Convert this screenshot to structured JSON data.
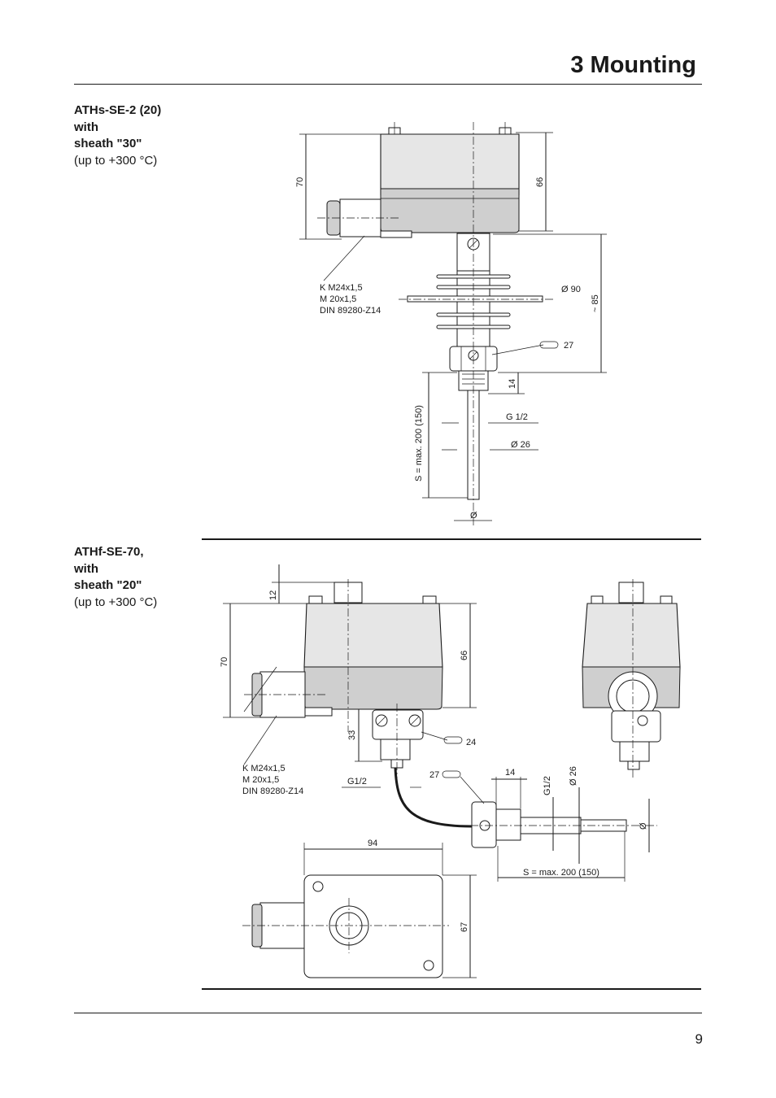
{
  "header": {
    "title": "3  Mounting"
  },
  "sections": [
    {
      "caption": {
        "line1": "ATHs-SE-2 (20)",
        "line2": "with",
        "line3": "sheath \"30\"",
        "line4": "(up to +300 °C)"
      },
      "drawing": {
        "dim_height_total": "70",
        "dim_height_housing": "66",
        "dim_fin_height": "~ 85",
        "dim_fin_diameter": "Ø 90",
        "connector_label_1": "K M24x1,5",
        "connector_label_2": "M 20x1,5",
        "connector_label_3": "DIN 89280-Z14",
        "wrench_size": "27",
        "dim_thread_length": "14",
        "thread": "G 1/2",
        "dim_collar_diameter": "Ø 26",
        "dim_sheath_length": "S = max. 200 (150)",
        "dim_sheath_diameter": "Ø"
      }
    },
    {
      "caption": {
        "line1": "ATHf-SE-70,",
        "line2": "with",
        "line3": "sheath \"20\"",
        "line4": "(up to +300 °C)"
      },
      "drawing": {
        "dim_top": "12",
        "dim_height_total": "70",
        "dim_height_housing": "66",
        "dim_neck": "33",
        "wrench_size_1": "24",
        "wrench_size_2": "27",
        "connector_label_1": "K M24x1,5",
        "connector_label_2": "M 20x1,5",
        "connector_label_3": "DIN 89280-Z14",
        "thread_1": "G1/2",
        "dim_thread_length": "14",
        "thread_2": "G1/2",
        "dim_collar_diameter": "Ø 26",
        "dim_sheath_diameter": "Ø",
        "dim_sheath_length": "S = max. 200 (150)",
        "dim_width": "94",
        "dim_depth": "67"
      }
    }
  ],
  "footer": {
    "page_number": "9"
  }
}
